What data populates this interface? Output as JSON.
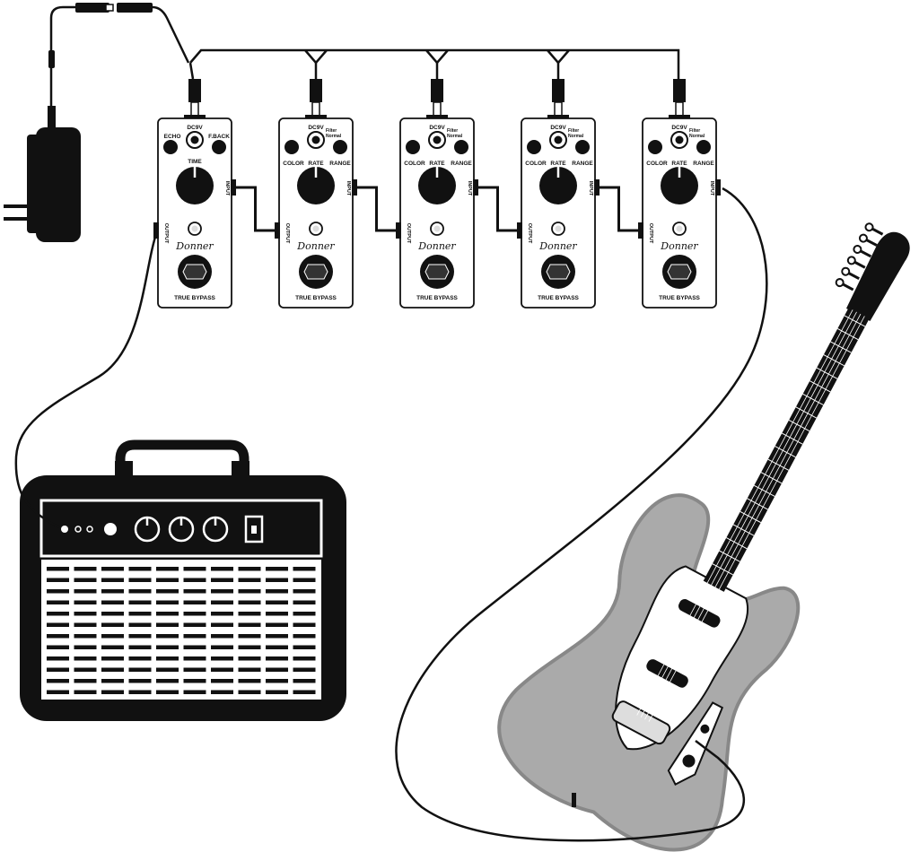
{
  "pedals": [
    {
      "dc_label": "DC9V",
      "left_label": "ECHO",
      "center_label": "TIME",
      "right_label": "F.BACK",
      "switch_top": "",
      "switch_bottom": "",
      "brand": "Donner",
      "footer": "TRUE BYPASS",
      "input_label": "INPUT",
      "output_label": "OUTPUT"
    },
    {
      "dc_label": "DC9V",
      "left_label": "COLOR",
      "center_label": "RATE",
      "right_label": "RANGE",
      "switch_top": "Filter",
      "switch_bottom": "Normal",
      "brand": "Donner",
      "footer": "TRUE BYPASS",
      "input_label": "INPUT",
      "output_label": "OUTPUT"
    },
    {
      "dc_label": "DC9V",
      "left_label": "COLOR",
      "center_label": "RATE",
      "right_label": "RANGE",
      "switch_top": "Filter",
      "switch_bottom": "Normal",
      "brand": "Donner",
      "footer": "TRUE BYPASS",
      "input_label": "INPUT",
      "output_label": "OUTPUT"
    },
    {
      "dc_label": "DC9V",
      "left_label": "COLOR",
      "center_label": "RATE",
      "right_label": "RANGE",
      "switch_top": "Filter",
      "switch_bottom": "Normal",
      "brand": "Donner",
      "footer": "TRUE BYPASS",
      "input_label": "INPUT",
      "output_label": "OUTPUT"
    },
    {
      "dc_label": "DC9V",
      "left_label": "COLOR",
      "center_label": "RATE",
      "right_label": "RANGE",
      "switch_top": "Filter",
      "switch_bottom": "Normal",
      "brand": "Donner",
      "footer": "TRUE BYPASS",
      "input_label": "INPUT",
      "output_label": "OUTPUT"
    }
  ],
  "colors": {
    "ink": "#111111",
    "guitar_body": "#aaaaaa",
    "guitar_body_dark": "#8a8a8a",
    "paper": "#ffffff"
  },
  "icons": [
    "power-adapter-icon",
    "guitar-amplifier-icon",
    "electric-guitar-icon",
    "effect-pedal-icon"
  ]
}
